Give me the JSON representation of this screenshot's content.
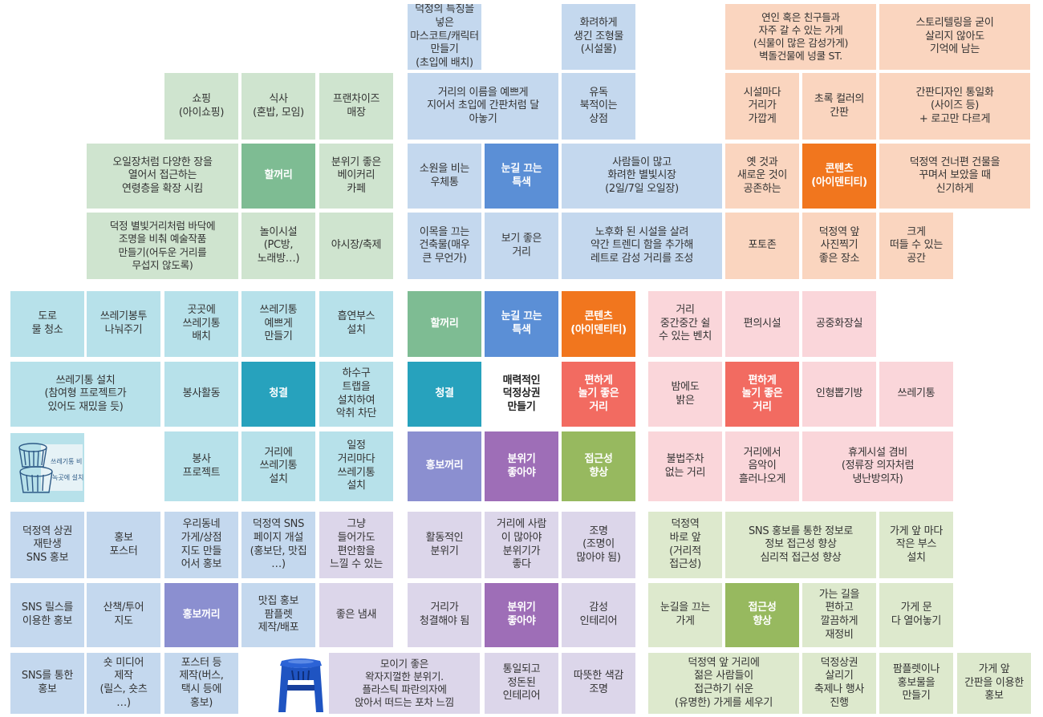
{
  "palette": {
    "blue_light": "#c4d8ee",
    "orange_light": "#fad5bf",
    "green_light": "#cfe4cf",
    "cyan_light": "#b7e1ea",
    "pink_light": "#fad6da",
    "purple_light": "#dcd6ea",
    "olive_light": "#dde9cd",
    "green_center": "#7ebc93",
    "blue_center": "#5b8fd6",
    "orange_center": "#f1761e",
    "teal_center": "#27a2bd",
    "red_center": "#f26b61",
    "violet_center": "#8b8fd0",
    "purple_center": "#9e6eb7",
    "olive_center": "#97b95f",
    "stool_color": "#1f54c2"
  },
  "cells": [
    {
      "text": "덕정의 특징을 넣은\n마스코트/캐릭터 만들기\n(초입에 배치)",
      "color": "blue_light"
    },
    {
      "text": "화려하게\n생긴 조형물\n(시설물)",
      "color": "blue_light"
    },
    {
      "text": "연인 혹은 친구들과\n자주 갈 수 있는 가게\n(식물이 많은 감성가게)\n벽돌건물에 넝쿨 ST.",
      "color": "orange_light"
    },
    {
      "text": "스토리텔링을 굳이\n살리지 않아도\n기억에 남는",
      "color": "orange_light"
    },
    {
      "text": "쇼핑\n(아이쇼핑)",
      "color": "green_light"
    },
    {
      "text": "식사\n(혼밥, 모임)",
      "color": "green_light"
    },
    {
      "text": "프랜차이즈\n매장",
      "color": "green_light"
    },
    {
      "text": "거리의 이름을 예쁘게\n지어서 초입에 간판처럼 달\n아놓기",
      "color": "blue_light"
    },
    {
      "text": "유독\n북적이는\n상점",
      "color": "blue_light"
    },
    {
      "text": "시설마다\n거리가\n가깝게",
      "color": "orange_light"
    },
    {
      "text": "초록 컬러의\n간판",
      "color": "orange_light"
    },
    {
      "text": "간판디자인 통일화\n(사이즈 등)\n+ 로고만 다르게",
      "color": "orange_light"
    },
    {
      "text": "오일장처럼 다양한 장을\n열어서 접근하는\n연령층을 확장 시킴",
      "color": "green_light"
    },
    {
      "text": "할꺼리",
      "color": "green_center"
    },
    {
      "text": "분위기 좋은\n베이커리\n카페",
      "color": "green_light"
    },
    {
      "text": "소원을 비는\n우체통",
      "color": "blue_light"
    },
    {
      "text": "눈길 끄는\n특색",
      "color": "blue_center"
    },
    {
      "text": "사람들이 많고\n화려한 별빛시장\n(2일/7일 오일장)",
      "color": "blue_light"
    },
    {
      "text": "옛 것과\n새로운 것이\n공존하는",
      "color": "orange_light"
    },
    {
      "text": "콘텐츠\n(아이덴티티)",
      "color": "orange_center"
    },
    {
      "text": "덕정역 건너편 건물을\n꾸며서 보았을 때\n신기하게",
      "color": "orange_light"
    },
    {
      "text": "덕정 별빛거리처럼 바닥에\n조명을 비춰 예술작품\n만들기(어두운 거리를\n무섭지 않도록)",
      "color": "green_light"
    },
    {
      "text": "놀이시설\n(PC방,\n노래방…)",
      "color": "green_light"
    },
    {
      "text": "야시장/축제",
      "color": "green_light"
    },
    {
      "text": "이목을 끄는\n건축물(매우\n큰 무언가)",
      "color": "blue_light"
    },
    {
      "text": "보기 좋은\n거리",
      "color": "blue_light"
    },
    {
      "text": "노후화 된 시설을 살려\n약간 트렌디 함을 추가해\n레트로 감성 거리를 조성",
      "color": "blue_light"
    },
    {
      "text": "포토존",
      "color": "orange_light"
    },
    {
      "text": "덕정역 앞\n사진찍기\n좋은 장소",
      "color": "orange_light"
    },
    {
      "text": "크게\n떠들 수 있는\n공간",
      "color": "orange_light"
    },
    {
      "text": "도로\n물 청소",
      "color": "cyan_light"
    },
    {
      "text": "쓰레기봉투\n나눠주기",
      "color": "cyan_light"
    },
    {
      "text": "곳곳에\n쓰레기통\n배치",
      "color": "cyan_light"
    },
    {
      "text": "쓰레기통\n예쁘게\n만들기",
      "color": "cyan_light"
    },
    {
      "text": "흡연부스\n설치",
      "color": "cyan_light"
    },
    {
      "text": "할꺼리",
      "color": "green_center"
    },
    {
      "text": "눈길 끄는\n특색",
      "color": "blue_center"
    },
    {
      "text": "콘텐츠\n(아이덴티티)",
      "color": "orange_center"
    },
    {
      "text": "거리\n중간중간 쉴\n수 있는 벤치",
      "color": "pink_light"
    },
    {
      "text": "편의시설",
      "color": "pink_light"
    },
    {
      "text": "공중화장실",
      "color": "pink_light"
    },
    {
      "text": "쓰레기통 설치\n(참여형 프로젝트가\n있어도 재밌을 듯)",
      "color": "cyan_light"
    },
    {
      "text": "봉사활동",
      "color": "cyan_light"
    },
    {
      "text": "청결",
      "color": "teal_center"
    },
    {
      "text": "하수구\n트랩을\n설치하여\n악취 차단",
      "color": "cyan_light"
    },
    {
      "text": "청결",
      "color": "teal_center"
    },
    {
      "text": "매력적인\n덕정상권\n만들기",
      "color": "white"
    },
    {
      "text": "편하게\n놀기 좋은\n거리",
      "color": "red_center"
    },
    {
      "text": "밤에도\n밝은",
      "color": "pink_light"
    },
    {
      "text": "편하게\n놀기 좋은\n거리",
      "color": "red_center"
    },
    {
      "text": "인형뽑기방",
      "color": "pink_light"
    },
    {
      "text": "쓰레기통",
      "color": "pink_light"
    },
    {
      "text": "봉사\n프로젝트",
      "color": "cyan_light"
    },
    {
      "text": "거리에\n쓰레기통\n설치",
      "color": "cyan_light"
    },
    {
      "text": "일정\n거리마다\n쓰레기통\n설치",
      "color": "cyan_light"
    },
    {
      "text": "홍보꺼리",
      "color": "violet_center"
    },
    {
      "text": "분위기\n좋아야",
      "color": "purple_center"
    },
    {
      "text": "접근성\n향상",
      "color": "olive_center"
    },
    {
      "text": "불법주차\n없는 거리",
      "color": "pink_light"
    },
    {
      "text": "거리에서\n음악이\n흘러나오게",
      "color": "pink_light"
    },
    {
      "text": "휴게시설 겸비\n(정류장 의자처럼\n냉난방의자)",
      "color": "pink_light"
    },
    {
      "text": "덕정역 상권\n재탄생\nSNS 홍보",
      "color": "blue_light"
    },
    {
      "text": "홍보\n포스터",
      "color": "blue_light"
    },
    {
      "text": "우리동네\n가게/상점\n지도 만들\n어서 홍보",
      "color": "blue_light"
    },
    {
      "text": "덕정역 SNS\n페이지 개설\n(홍보단, 맛집\n…)",
      "color": "blue_light"
    },
    {
      "text": "그냥\n들어가도\n편안함을\n느낄 수 있는",
      "color": "purple_light"
    },
    {
      "text": "활동적인\n분위기",
      "color": "purple_light"
    },
    {
      "text": "거리에 사람\n이 많아야\n분위기가\n좋다",
      "color": "purple_light"
    },
    {
      "text": "조명\n(조명이\n많아야 됨)",
      "color": "purple_light"
    },
    {
      "text": "덕정역\n바로 앞\n(거리적\n접근성)",
      "color": "olive_light"
    },
    {
      "text": "SNS 홍보를 통한 정보로\n정보 접근성 향상\n심리적 접근성 향상",
      "color": "olive_light"
    },
    {
      "text": "가게 앞 마다\n작은 부스\n설치",
      "color": "olive_light"
    },
    {
      "text": "SNS 릴스를\n이용한 홍보",
      "color": "blue_light"
    },
    {
      "text": "산책/투어\n지도",
      "color": "blue_light"
    },
    {
      "text": "홍보꺼리",
      "color": "violet_center"
    },
    {
      "text": "맛집 홍보\n팜플렛\n제작/배포",
      "color": "blue_light"
    },
    {
      "text": "좋은 냄새",
      "color": "purple_light"
    },
    {
      "text": "거리가\n청결해야 됨",
      "color": "purple_light"
    },
    {
      "text": "분위기\n좋아야",
      "color": "purple_center"
    },
    {
      "text": "감성\n인테리어",
      "color": "purple_light"
    },
    {
      "text": "눈길을 끄는\n가게",
      "color": "olive_light"
    },
    {
      "text": "접근성\n향상",
      "color": "olive_center"
    },
    {
      "text": "가는 길을\n편하고\n깔끔하게\n재정비",
      "color": "olive_light"
    },
    {
      "text": "가게 문\n다 열어놓기",
      "color": "olive_light"
    },
    {
      "text": "SNS를 통한\n홍보",
      "color": "blue_light"
    },
    {
      "text": "숏 미디어\n제작\n(릴스, 숏츠\n…)",
      "color": "blue_light"
    },
    {
      "text": "포스터 등\n제작(버스,\n택시 등에\n홍보)",
      "color": "blue_light"
    },
    {
      "text": "모이기 좋은\n왁자지껄한 분위기.\n플라스틱 파란의자에\n앉아서 떠드는 포차 느낌",
      "color": "purple_light"
    },
    {
      "text": "통일되고\n정돈된\n인테리어",
      "color": "purple_light"
    },
    {
      "text": "따뜻한 색감\n조명",
      "color": "purple_light"
    },
    {
      "text": "덕정역 앞 거리에\n젊은 사람들이\n접근하기 쉬운\n(유명한) 가게를 세우기",
      "color": "olive_light"
    },
    {
      "text": "덕정상권\n살리기\n축제나 행사\n진행",
      "color": "olive_light"
    },
    {
      "text": "팜플렛이나\n홍보물을\n만들기",
      "color": "olive_light"
    },
    {
      "text": "가게 앞\n간판을 이용한\n홍보",
      "color": "olive_light"
    }
  ],
  "basket_sketch": {
    "icon": "trash-basket-sketch",
    "lines": [
      "쓰레기통 비",
      "녹곳에 설치"
    ]
  },
  "stool_picture": {
    "icon": "blue-plastic-stool-icon"
  }
}
